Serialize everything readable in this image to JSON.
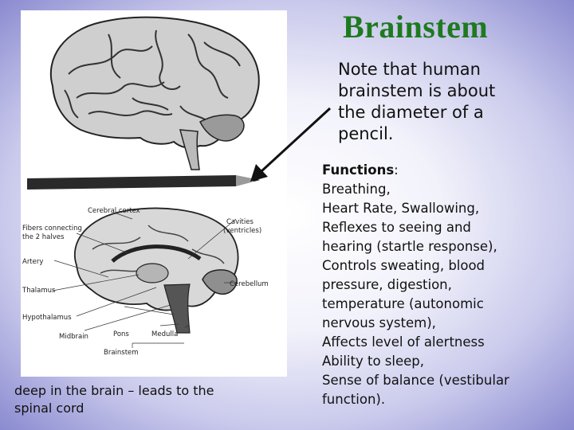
{
  "title": "Brainstem",
  "note": [
    "Note that human",
    "brainstem is about",
    "the diameter of a",
    "pencil."
  ],
  "caption": [
    "deep in the brain – leads to the",
    "spinal cord"
  ],
  "functions": {
    "heading": "Functions",
    "heading_suffix": ":",
    "lines": [
      "Breathing,",
      "Heart Rate, Swallowing,",
      "Reflexes to seeing and",
      "hearing (startle response),",
      "Controls sweating, blood",
      "pressure, digestion,",
      "temperature (autonomic",
      "nervous system),",
      "Affects level of alertness",
      "Ability to sleep,",
      "Sense of balance (vestibular",
      "function)."
    ]
  },
  "diagram_labels": {
    "cerebral_cortex": "Cerebral cortex",
    "fibers_line1": "Fibers connecting",
    "fibers_line2": "the 2 halves",
    "cavities_line1": "Cavities",
    "cavities_line2": "(ventricles)",
    "artery": "Artery",
    "thalamus": "Thalamus",
    "cerebellum": "Cerebellum",
    "hypothalamus": "Hypothalamus",
    "midbrain": "Midbrain",
    "pons": "Pons",
    "medulla": "Medulla",
    "brainstem": "Brainstem"
  },
  "colors": {
    "title": "#1f7a1f",
    "background_edge": "#8a8ad0"
  }
}
